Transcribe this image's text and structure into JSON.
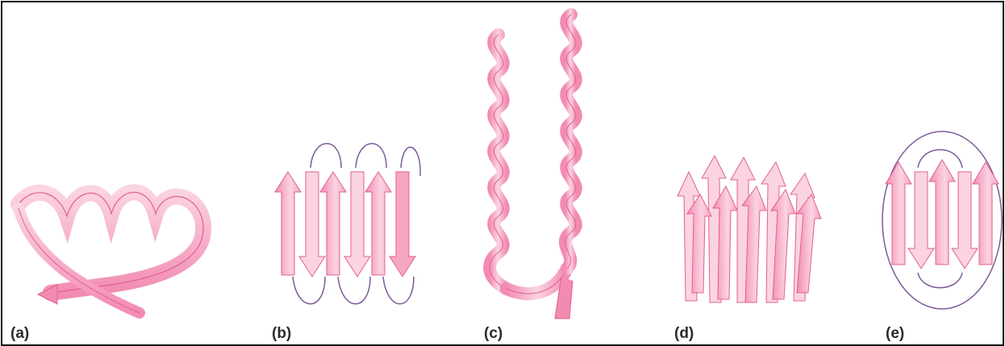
{
  "panels": [
    {
      "id": "a",
      "label": "(a)",
      "motif": "helix-strand-ribbon"
    },
    {
      "id": "b",
      "label": "(b)",
      "motif": "antiparallel-beta-sheet"
    },
    {
      "id": "c",
      "label": "(c)",
      "motif": "helix-pair"
    },
    {
      "id": "d",
      "label": "(d)",
      "motif": "beta-barrel"
    },
    {
      "id": "e",
      "label": "(e)",
      "motif": "greek-key-sheet"
    }
  ],
  "colors": {
    "ribbon_fill": "#f7a6c4",
    "ribbon_light": "#fbd3e2",
    "ribbon_edge": "#e0608f",
    "loop": "#7f5a9a",
    "border": "#111111",
    "label": "#2a2a2a"
  }
}
